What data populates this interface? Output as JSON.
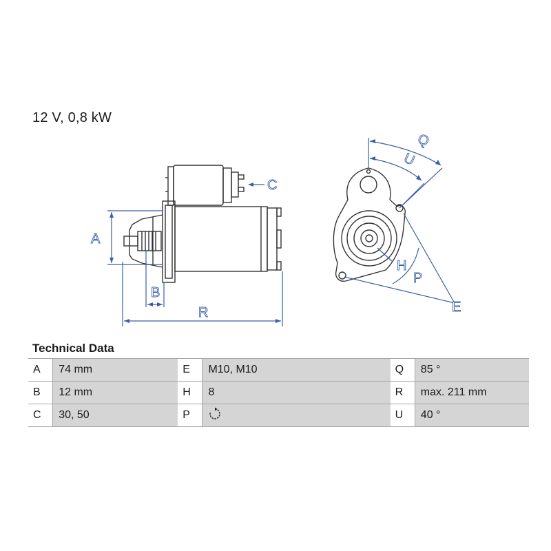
{
  "heading": "12 V, 0,8 kW",
  "drawing": {
    "labels": {
      "A": "A",
      "B": "B",
      "C": "C",
      "R": "R",
      "Q": "Q",
      "U": "U",
      "H": "H",
      "P": "P",
      "E": "E"
    }
  },
  "technical_data": {
    "title": "Technical Data",
    "rows": [
      [
        {
          "key": "A",
          "value": "74 mm"
        },
        {
          "key": "E",
          "value": "M10, M10"
        },
        {
          "key": "Q",
          "value": "85 °"
        }
      ],
      [
        {
          "key": "B",
          "value": "12 mm"
        },
        {
          "key": "H",
          "value": "8"
        },
        {
          "key": "R",
          "value": "max. 211 mm"
        }
      ],
      [
        {
          "key": "C",
          "value": "30, 50"
        },
        {
          "key": "P",
          "value": "",
          "icon": "clockwise-rotation-icon"
        },
        {
          "key": "U",
          "value": "40 °"
        }
      ]
    ]
  }
}
